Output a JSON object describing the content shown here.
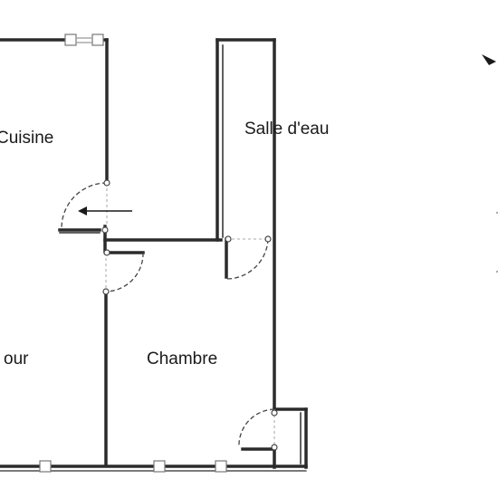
{
  "rooms": {
    "cuisine": "Cuisine",
    "salle_deau": "Salle d'eau",
    "sejour": "our",
    "chambre": "Chambre"
  },
  "compass": {
    "icon": "north-arrow-icon"
  },
  "colors": {
    "wall": "#2b2b2b",
    "door_swing": "#444444",
    "window_marker": "#8a8a8a"
  }
}
